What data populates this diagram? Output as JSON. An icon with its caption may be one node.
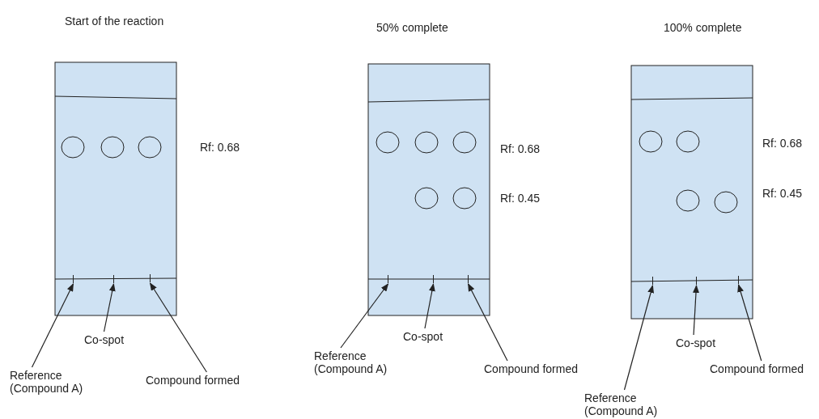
{
  "diagram": {
    "nodes": [
      {
        "text": [
          "Reference (Compound A)"
        ]
      },
      {
        "text": [
          "Co-spot"
        ]
      },
      {
        "text": [
          "Compound formed"
        ]
      },
      {
        "text": [],
        "shape": "bar"
      },
      {
        "text": [],
        "shape": "bar"
      },
      {
        "text": [],
        "shape": "bar"
      },
      {
        "text": [
          "Reference (Compound A)"
        ]
      },
      {
        "text": [
          "Co-spot"
        ]
      },
      {
        "text": [
          "Compound formed"
        ]
      },
      {
        "text": [],
        "shape": "bar"
      },
      {
        "text": [],
        "shape": "bar"
      },
      {
        "text": [],
        "shape": "bar"
      },
      {
        "text": [
          "Reference (Compound A)"
        ]
      },
      {
        "text": [
          "Co-spot"
        ]
      },
      {
        "text": [
          "Compound formed"
        ]
      },
      {
        "text": [],
        "shape": "bar"
      },
      {
        "text": [],
        "shape": "bar"
      },
      {
        "text": [],
        "shape": "bar"
      }
    ],
    "edges": [
      {
        "from": 0,
        "to": 3,
        "arrow": "to"
      },
      {
        "from": 1,
        "to": 4,
        "arrow": "to"
      },
      {
        "from": 2,
        "to": 5,
        "arrow": "to"
      },
      {
        "from": 6,
        "to": 9,
        "arrow": "to"
      },
      {
        "from": 7,
        "to": 10,
        "arrow": "to"
      },
      {
        "from": 8,
        "to": 11,
        "arrow": "to"
      },
      {
        "from": 12,
        "to": 15,
        "arrow": "to"
      },
      {
        "from": 13,
        "to": 16,
        "arrow": "to"
      },
      {
        "from": 14,
        "to": 17,
        "arrow": "to"
      }
    ],
    "labels": [
      "Start of the reaction",
      "50% complete",
      "100% complete",
      "Rf: 0.68",
      "Rf: 0.68",
      "Rf: 0.45",
      "Rf: 0.68",
      "Rf: 0.45"
    ]
  }
}
